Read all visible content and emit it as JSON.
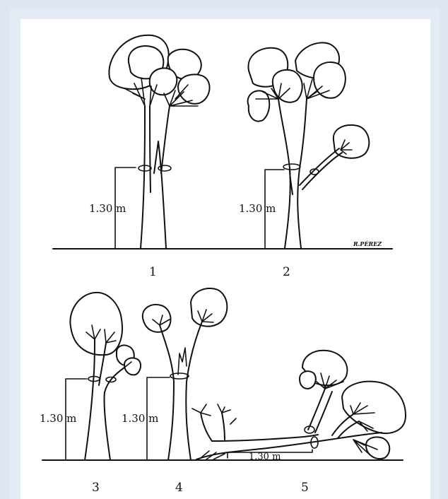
{
  "figure": {
    "height_label": "1.30 m",
    "signature": "R.PÉREZ",
    "tree_numbers": [
      "1",
      "2",
      "3",
      "4",
      "5"
    ]
  }
}
